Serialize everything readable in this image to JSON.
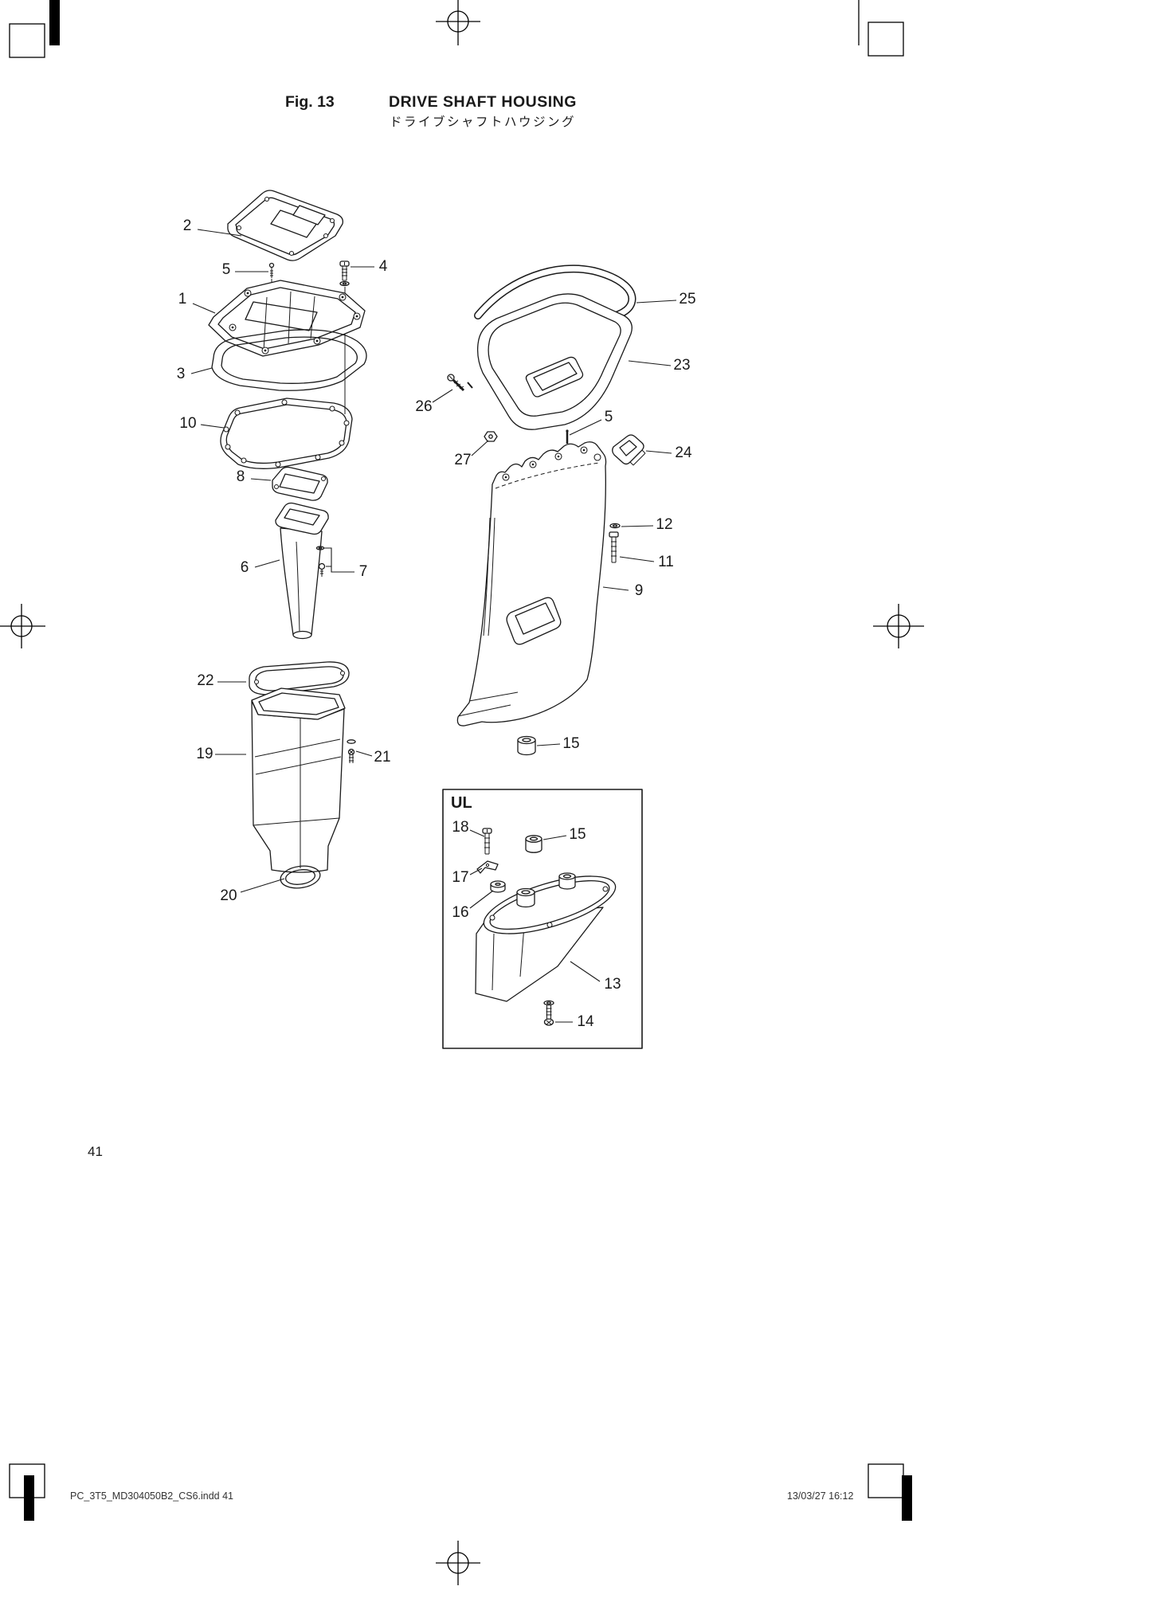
{
  "figure": {
    "fig_label": "Fig. 13",
    "title_en": "DRIVE SHAFT HOUSING",
    "title_ja": "ドライブシャフトハウジング"
  },
  "ul_box": {
    "label": "UL"
  },
  "page": {
    "number": "41"
  },
  "footer": {
    "left": "PC_3T5_MD304050B2_CS6.indd   41",
    "right": "13/03/27   16:12"
  },
  "colors": {
    "line": "#1a1a1a",
    "paper": "#ffffff"
  },
  "callouts": [
    {
      "label": "2"
    },
    {
      "label": "5"
    },
    {
      "label": "4"
    },
    {
      "label": "1"
    },
    {
      "label": "3"
    },
    {
      "label": "10"
    },
    {
      "label": "8"
    },
    {
      "label": "6"
    },
    {
      "label": "7"
    },
    {
      "label": "22"
    },
    {
      "label": "19"
    },
    {
      "label": "21"
    },
    {
      "label": "20"
    },
    {
      "label": "25"
    },
    {
      "label": "23"
    },
    {
      "label": "26"
    },
    {
      "label": "27"
    },
    {
      "label": "5"
    },
    {
      "label": "24"
    },
    {
      "label": "12"
    },
    {
      "label": "11"
    },
    {
      "label": "9"
    },
    {
      "label": "15"
    },
    {
      "label": "18"
    },
    {
      "label": "15"
    },
    {
      "label": "17"
    },
    {
      "label": "16"
    },
    {
      "label": "13"
    },
    {
      "label": "14"
    }
  ]
}
